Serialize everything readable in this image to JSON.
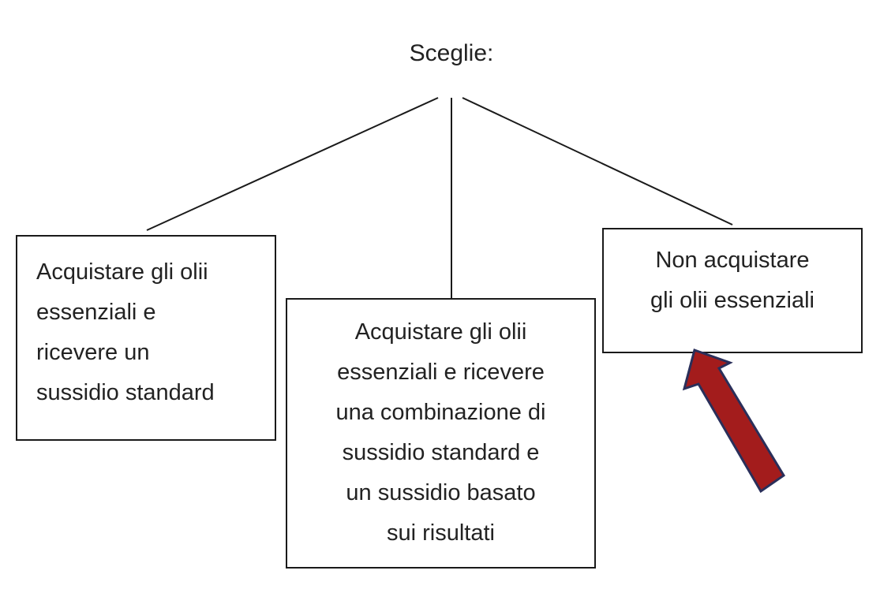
{
  "diagram": {
    "root": {
      "label": "Sceglie:"
    },
    "options": [
      {
        "id": "left",
        "lines": [
          "Acquistare gli olii",
          "essenziali e",
          "ricevere un",
          "sussidio standard"
        ]
      },
      {
        "id": "middle",
        "lines": [
          "Acquistare gli olii",
          "essenziali e ricevere",
          "una combinazione di",
          "sussidio standard e",
          "un sussidio basato",
          "sui risultati"
        ]
      },
      {
        "id": "right",
        "lines": [
          "Non acquistare",
          "gli olii essenziali"
        ]
      }
    ],
    "highlight": {
      "target": "right",
      "arrow_fill": "#a31c1c",
      "arrow_stroke": "#2a2f5a"
    },
    "colors": {
      "line": "#1a1a1a",
      "text": "#222222",
      "background": "#ffffff"
    }
  }
}
